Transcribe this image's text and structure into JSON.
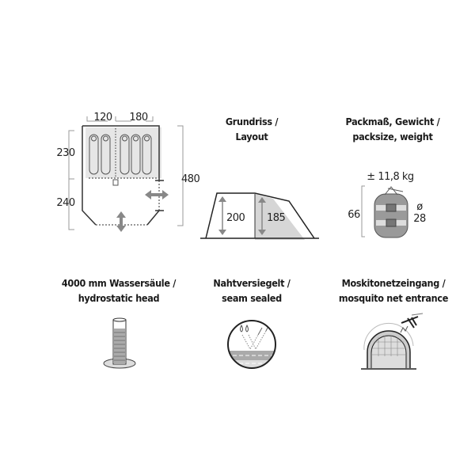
{
  "floorplan": {
    "width_left": "120",
    "width_right": "180",
    "depth_cabin": "230",
    "depth_vestibule": "240",
    "total_length": "480"
  },
  "layout": {
    "title_line1": "Grundriss /",
    "title_line2": "Layout",
    "height_front": "200",
    "height_cabin": "185"
  },
  "pack": {
    "title_line1": "Packmaß, Gewicht /",
    "title_line2": "packsize, weight",
    "weight": "± 11,8 kg",
    "length": "66",
    "diameter_symbol": "ø",
    "diameter": "28"
  },
  "features": [
    {
      "line1": "4000 mm Wassersäule /",
      "line2": "hydrostatic head",
      "icon": "water-column-icon"
    },
    {
      "line1": "Nahtversiegelt /",
      "line2": "seam sealed",
      "icon": "seam-sealed-icon"
    },
    {
      "line1": "Moskitonetzeingang /",
      "line2": "mosquito net entrance",
      "icon": "mosquito-net-icon"
    }
  ]
}
